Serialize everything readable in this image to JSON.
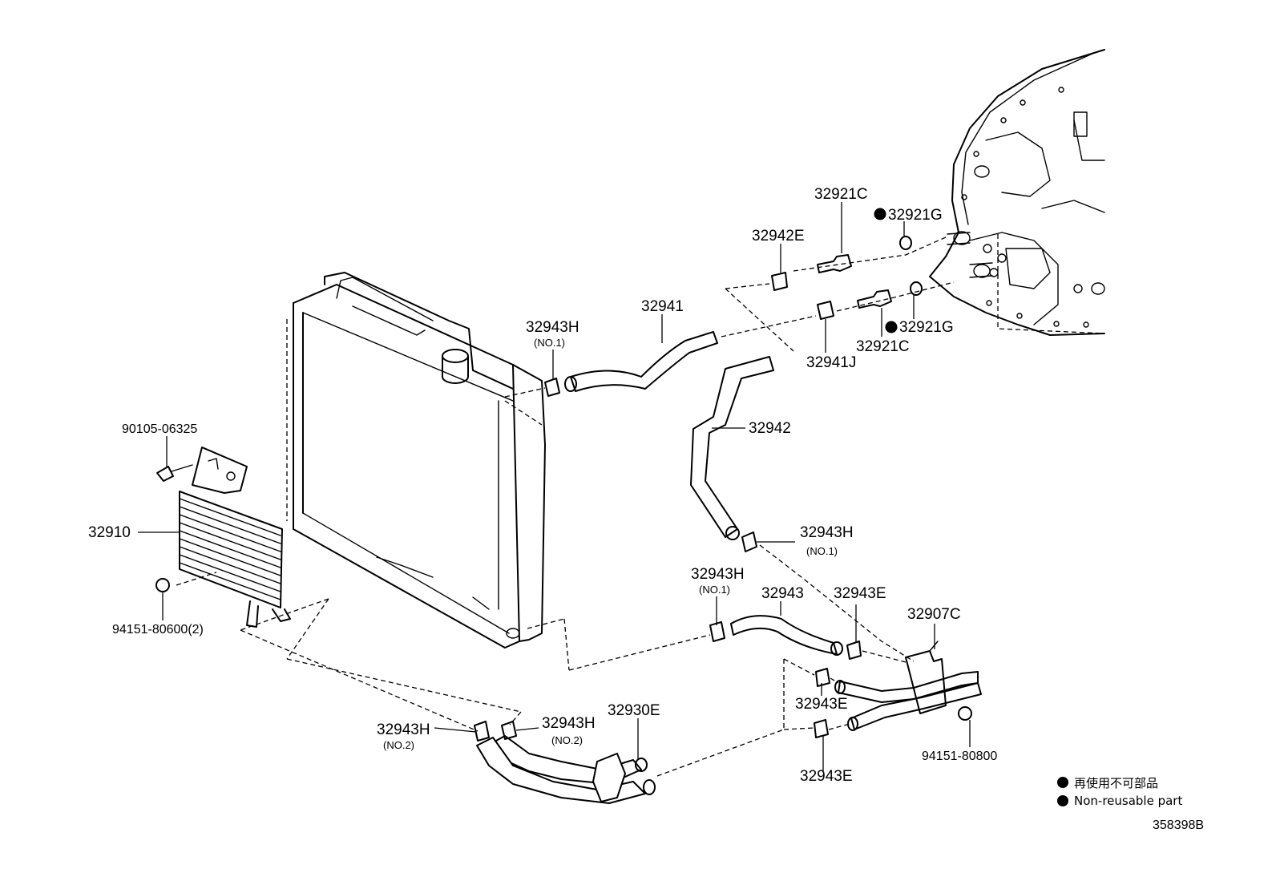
{
  "labels": {
    "p32921C_top": "32921C",
    "p32921G_top": "32921G",
    "p32942E": "32942E",
    "p32941": "32941",
    "p32943H_top": "32943H",
    "p32943H_top_sub": "(NO.1)",
    "p32921G_bottom": "32921G",
    "p32921C_bottom": "32921C",
    "p32941J": "32941J",
    "p32942": "32942",
    "p90105": "90105-06325",
    "p32910": "32910",
    "p32943H_mid": "32943H",
    "p32943H_mid_sub": "(NO.1)",
    "p32943H_left": "32943H",
    "p32943H_left_sub": "(NO.1)",
    "p32943": "32943",
    "p32943E_top": "32943E",
    "p32907C": "32907C",
    "p94151_80600": "94151-80600(2)",
    "p32943E_mid": "32943E",
    "p32943H_no2_a": "32943H",
    "p32943H_no2_a_sub": "(NO.2)",
    "p32943H_no2_b": "32943H",
    "p32943H_no2_b_sub": "(NO.2)",
    "p32930E": "32930E",
    "p94151_80800": "94151-80800",
    "p32943E_bottom": "32943E"
  },
  "legend": {
    "line1": "再使用不可部品",
    "line2": "Non-reusable part"
  },
  "diagram_code": "358398B"
}
